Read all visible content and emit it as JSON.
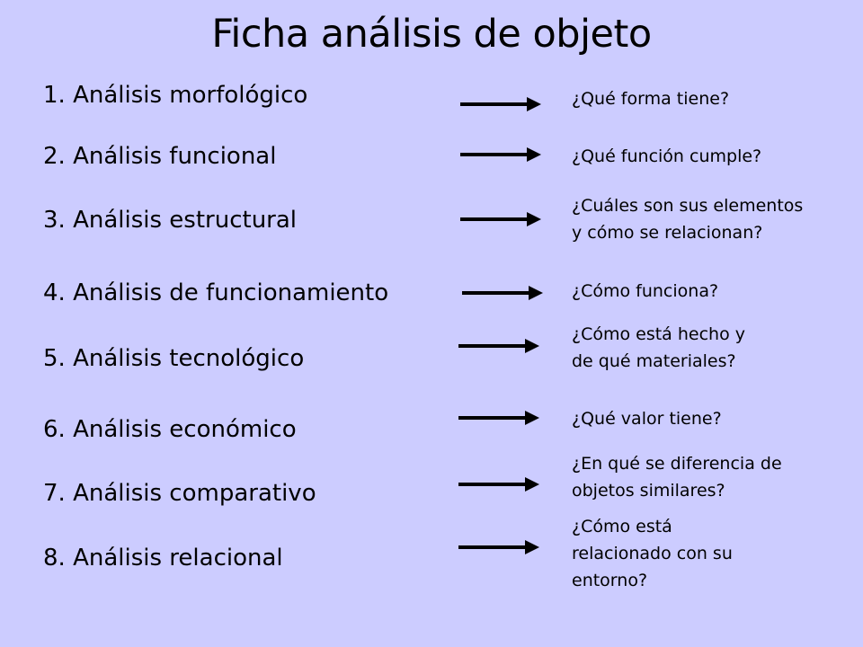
{
  "title": "Ficha análisis de objeto",
  "rows": [
    {
      "label": "1. Análisis morfológico",
      "question": [
        "¿Qué forma tiene?"
      ]
    },
    {
      "label": "2. Análisis funcional",
      "question": [
        "¿Qué función cumple?"
      ]
    },
    {
      "label": "3. Análisis estructural",
      "question": [
        "¿Cuáles son sus elementos",
        "y cómo se relacionan?"
      ]
    },
    {
      "label": "4. Análisis de funcionamiento",
      "question": [
        "¿Cómo funciona?"
      ]
    },
    {
      "label": "5. Análisis tecnológico",
      "question": [
        "¿Cómo está hecho y",
        "de qué materiales?"
      ]
    },
    {
      "label": "6. Análisis económico",
      "question": [
        "¿Qué valor tiene?"
      ]
    },
    {
      "label": "7. Análisis comparativo",
      "question": [
        "¿En qué se diferencia de",
        "objetos similares?"
      ]
    },
    {
      "label": "8. Análisis relacional",
      "question": [
        "¿Cómo está",
        "relacionado con su",
        "entorno?"
      ]
    }
  ],
  "colors": {
    "background": "#ccccff",
    "text": "#000000"
  },
  "icons": {
    "connector": "right-arrow-icon"
  }
}
